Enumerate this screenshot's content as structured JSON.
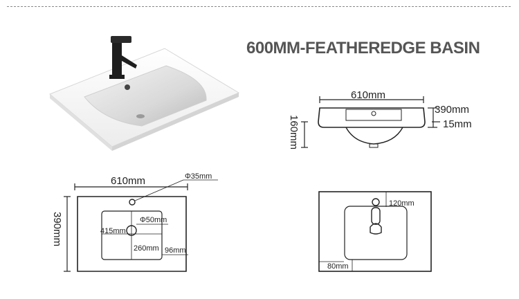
{
  "title": "600MM-FEATHEREDGE BASIN",
  "side_view": {
    "width_label": "610mm",
    "depth_label": "390mm",
    "rim_label": "15mm",
    "height_label": "160mm"
  },
  "top_view": {
    "width_label": "610mm",
    "depth_label": "390mm",
    "tap_hole_label": "Φ35mm",
    "drain_label": "Φ50mm",
    "bowl_length_label": "415mm",
    "bowl_width_label": "260mm",
    "front_label": "96mm"
  },
  "right_view": {
    "tap_offset_label": "120mm",
    "front_offset_label": "80mm"
  }
}
